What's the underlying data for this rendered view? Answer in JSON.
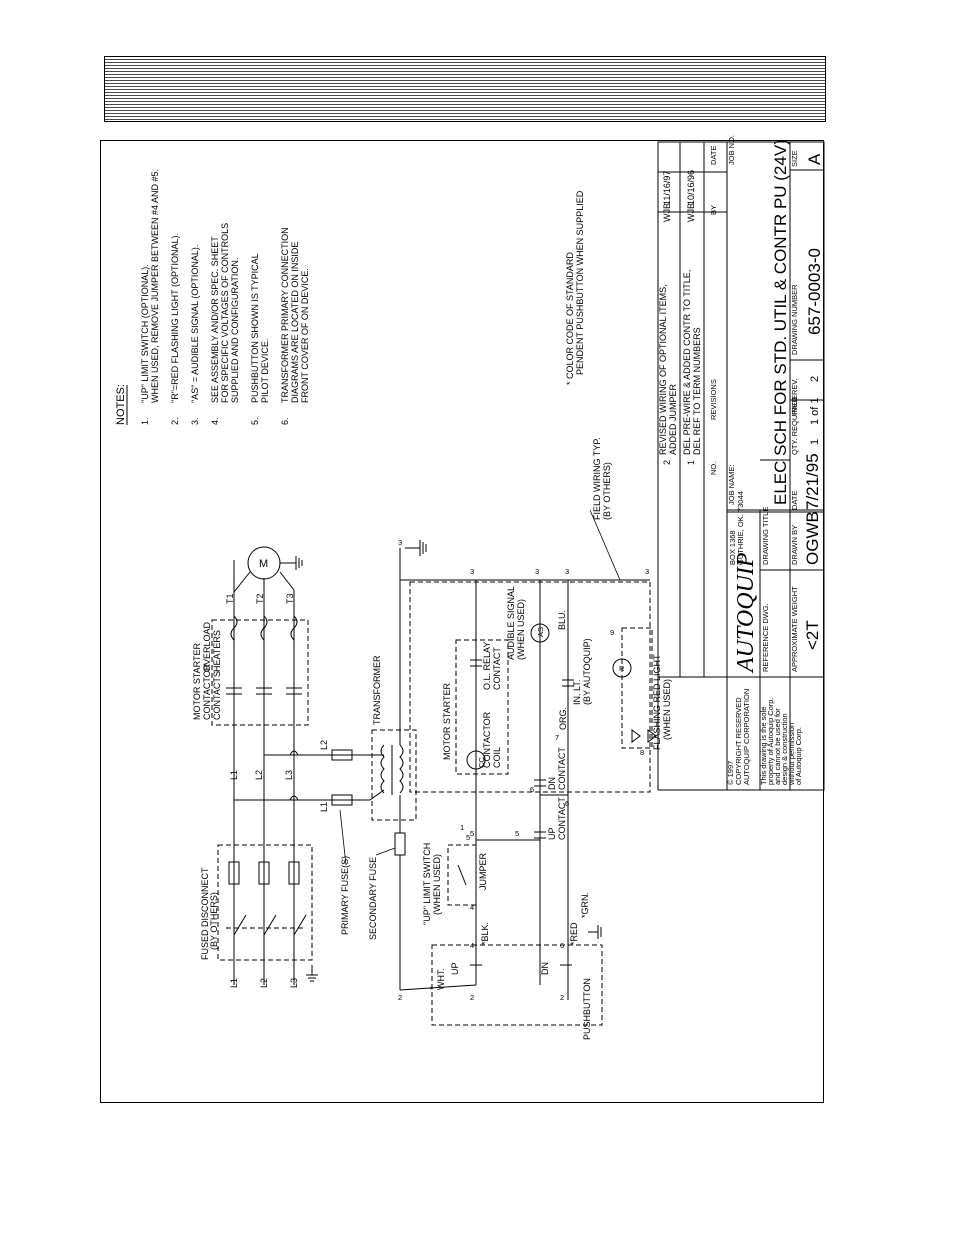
{
  "notes": {
    "heading": "NOTES:",
    "items": [
      {
        "num": "1.",
        "lines": [
          "\"UP\" LIMIT SWITCH (OPTIONAL).",
          "WHEN USED, REMOVE JUMPER BETWEEN #4 AND #5."
        ]
      },
      {
        "num": "2.",
        "lines": [
          "\"R\"=RED FLASHING LIGHT (OPTIONAL)."
        ]
      },
      {
        "num": "3.",
        "lines": [
          "\"AS\" = AUDIBLE SIGNAL (OPTIONAL)."
        ]
      },
      {
        "num": "4.",
        "lines": [
          "SEE ASSEMBLY AND/OR SPEC. SHEET",
          "FOR SPECIFIC VOLTAGES OF CONTROLS",
          "SUPPLIED AND CONFIGURATION."
        ]
      },
      {
        "num": "5.",
        "lines": [
          "PUSHBUTTON SHOWN IS TYPICAL",
          "PILOT DEVICE."
        ]
      },
      {
        "num": "6.",
        "lines": [
          "TRANSFORMER PRIMARY CONNECTION",
          "DIAGRAMS ARE LOCATED ON INSIDE",
          "FRONT COVER OF ON DEVICE."
        ]
      }
    ],
    "color_note": [
      "* COLOR CODE OF STANDARD",
      "PENDENT PUSHBUTTON WHEN SUPPLIED"
    ]
  },
  "diagram": {
    "fused_disconnect": [
      "FUSED DISCONNECT",
      "(BY OTHERS)"
    ],
    "line_labels": [
      "L1",
      "L2",
      "L3"
    ],
    "primary_fuses": "PRIMARY FUSE(S)",
    "secondary_fuse": "SECONDARY FUSE",
    "transformer": "TRANSFORMER",
    "motor_starter_top": "MOTOR STARTER",
    "contactor_contacts": [
      "CONTACTOR",
      "CONTACTS"
    ],
    "overload_heaters": [
      "OVERLOAD",
      "HEATERS"
    ],
    "motor_terminals": [
      "T1",
      "T2",
      "T3"
    ],
    "motor": "M",
    "motor_starter_mid": "MOTOR STARTER",
    "contactor_coil": [
      "CONTACTOR",
      "COIL"
    ],
    "cc": "CC",
    "ol_relay": [
      "O.L. RELAY",
      "CONTACT"
    ],
    "up_limit_switch": [
      "\"UP\" LIMIT SWITCH",
      "(WHEN USED)"
    ],
    "jumper": "JUMPER",
    "audible_signal": [
      "AUDIBLE SIGNAL",
      "(WHEN USED)"
    ],
    "as": "AS",
    "blu": "BLU.",
    "org": "ORG.",
    "in_lt": [
      "IN. LT.",
      "(BY AUTOQUIP)"
    ],
    "field_wiring": [
      "FIELD WIRING TYP.",
      "(BY OTHERS)"
    ],
    "flashing_light": [
      "FLASHING RED LIGHT",
      "(WHEN USED)"
    ],
    "r": "R",
    "up_contact": [
      "UP",
      "CONTACT"
    ],
    "dn_contact": [
      "DN",
      "CONTACT"
    ],
    "pushbutton": "PUSHBUTTON",
    "wht": [
      "*",
      "WHT."
    ],
    "blk": "*BLK.",
    "red": "*RED",
    "grn": "*GRN.",
    "up": "UP",
    "dn": "DN",
    "wire_numbers": [
      "1",
      "2",
      "3",
      "4",
      "5",
      "6",
      "7",
      "8",
      "9"
    ]
  },
  "revisions": {
    "rows": [
      {
        "no": "2",
        "text": [
          "REVISED WIRING OF OPTIONAL ITEMS,",
          "ADDED JUMPER"
        ],
        "by": "WJB",
        "date": "11/16/97"
      },
      {
        "no": "1",
        "text": [
          "DEL PRE-WIRE & ADDED CONTR TO TITLE,",
          "DEL REF TO TERM NUMBERS"
        ],
        "by": "WJB",
        "date": "10/16/96"
      }
    ],
    "headers": {
      "no": "NO.",
      "revisions": "REVISIONS",
      "by": "BY",
      "date": "DATE"
    }
  },
  "title_block": {
    "job_name_label": "JOB NAME:",
    "job_no_label": "JOB NO.",
    "copyright": [
      "© 1997",
      "COPYRIGHT RESERVED",
      "AUTOQUIP CORPORATION"
    ],
    "property": [
      "This drawing is the sole",
      "property of Autoquip Corp.",
      "and cannot be used for",
      "design & construction",
      "without permission",
      "of Autoquip Corp."
    ],
    "company": "AUTOQUIP",
    "address": [
      "BOX 1368",
      "GUTHRIE, OK. 73044"
    ],
    "reference_label": "REFERENCE DWG.",
    "drawing_title_label": "DRAWING TITLE",
    "drawing_title": "ELEC SCH FOR STD. UTIL & CONTR PU (24V)",
    "approx_weight_label": "APPROXIMATE WEIGHT",
    "approx_weight": "<2T",
    "drawn_by_label": "DRAWN BY",
    "drawn_by": "OGWB",
    "date_label": "DATE",
    "date": "7/21/95",
    "qty_label": "QTY. REQUIRED",
    "qty": "1",
    "page_label": "PAGE",
    "page": "1 of 1",
    "rev_label": "REV.",
    "rev": "2",
    "drawing_number_label": "DRAWING NUMBER",
    "drawing_number": "657-0003-0",
    "size_label": "SIZE",
    "size": "A"
  }
}
